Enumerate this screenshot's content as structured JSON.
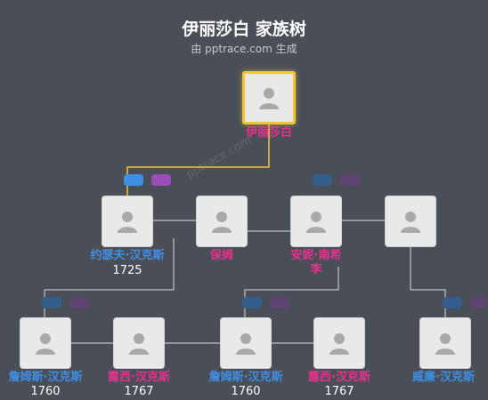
{
  "header": {
    "title": "伊丽莎白 家族树",
    "subtitle": "由 pptrace.com 生成",
    "watermark": "pptrace.com"
  },
  "people": {
    "elizabeth": {
      "name": "伊丽莎白"
    },
    "joseph": {
      "name": "约瑟夫·汉克斯",
      "year": "1725"
    },
    "nanny": {
      "name": "保姆"
    },
    "annie": {
      "name_line1": "安妮·南希",
      "name_line2": "李"
    },
    "unknown": {
      "name": ""
    },
    "james1": {
      "name": "詹姆斯·汉克斯",
      "year": "1760"
    },
    "lucy1": {
      "name": "露西·汉克斯",
      "year": "1767"
    },
    "james2": {
      "name": "詹姆斯·汉克斯",
      "year": "1760"
    },
    "lucy2": {
      "name": "露西·汉克斯",
      "year": "1767"
    },
    "william": {
      "name": "威廉·汉克斯"
    }
  },
  "colors": {
    "background": "#4a4f57",
    "male": "#3f8fe6",
    "female": "#e8318f",
    "focus_border": "#f1c531",
    "line": "#d9d9d9",
    "ancestor_line": "#f1c531"
  }
}
